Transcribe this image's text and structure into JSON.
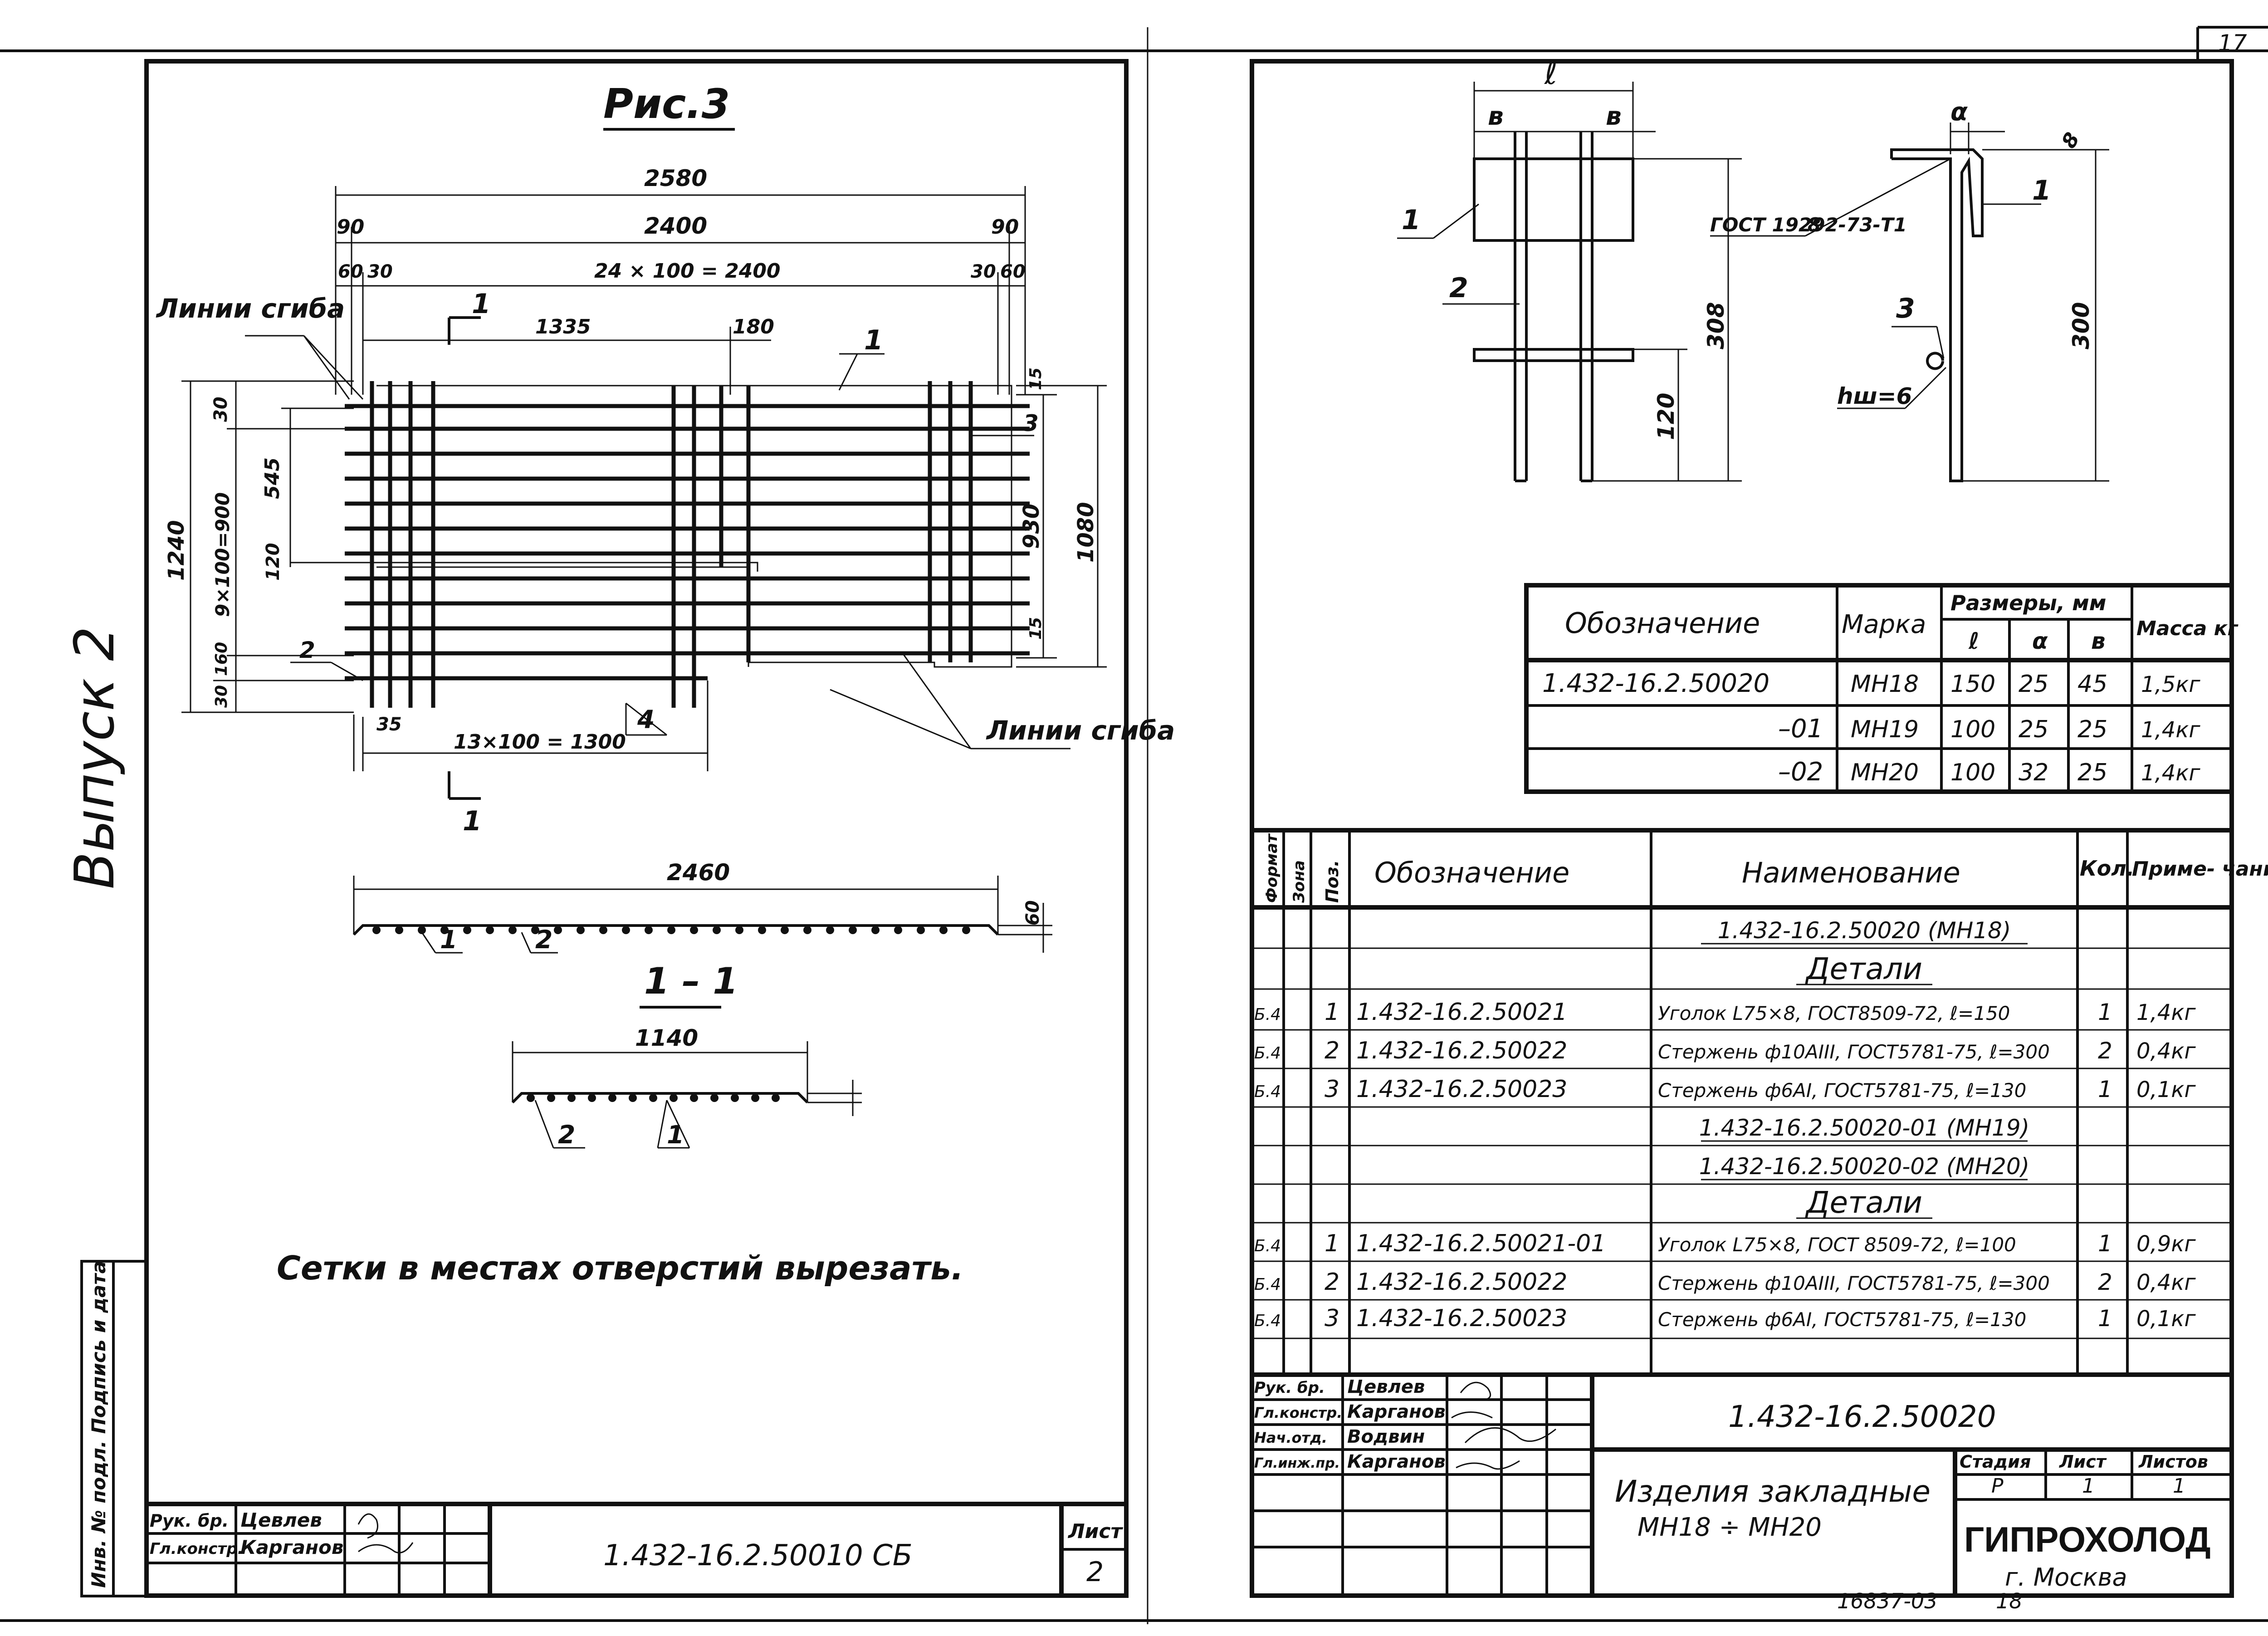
{
  "sheet_corner": "17",
  "left": {
    "vertical_label": "Выпуск 2",
    "fig_title": "Рис.3",
    "dims": {
      "d2580": "2580",
      "d2400": "2400",
      "d90a": "90",
      "d90b": "90",
      "d60a": "60",
      "d30a": "30",
      "d24x100": "24 × 100 = 2400",
      "d30b": "30",
      "d60b": "60",
      "d1335": "1335",
      "d180": "180",
      "d30l": "30",
      "d545": "545",
      "d1240": "1240",
      "d9x100": "9×100=900",
      "d120": "120",
      "d30bl": "30",
      "d160": "160",
      "d15a": "15",
      "d15b": "15",
      "d930": "930",
      "d1080": "1080",
      "d35": "35",
      "d13x100": "13×100 = 1300"
    },
    "callouts": {
      "c1": "1",
      "c2": "2",
      "c3": "3",
      "c4": "4",
      "sec_a": "1",
      "sec_b": "1"
    },
    "bend_lines_1": "Линии сгиба",
    "bend_lines_2": "Линии сгиба",
    "profile_long": {
      "len": "2460",
      "h": "60",
      "p1": "1",
      "p2": "2"
    },
    "section_title": "1 – 1",
    "profile_short": {
      "len": "1140",
      "p2": "2",
      "p1": "1"
    },
    "note": "Сетки в местах отверстий вырезать.",
    "side_stamp": "Инв. № подл. Подпись и дата",
    "title_block": {
      "role1": "Рук. бр.",
      "name1": "Цевлев",
      "role2": "Гл.констр.",
      "name2": "Карганов",
      "code": "1.432-16.2.50010 СБ",
      "sheet_label": "Лист",
      "sheet_no": "2"
    }
  },
  "right": {
    "detail": {
      "l": "ℓ",
      "b1": "в",
      "b2": "в",
      "p1": "1",
      "p2": "2",
      "d308": "308",
      "d120": "120",
      "gost": "ГОСТ 19292-73-Т1",
      "weld": "8",
      "a": "α",
      "thk": "8",
      "p1r": "1",
      "p3": "3",
      "hw": "hш=6",
      "d300": "300"
    },
    "dim_table": {
      "header": {
        "designation": "Обозначение",
        "mark": "Марка",
        "sizes": "Размеры, мм",
        "l": "ℓ",
        "a": "α",
        "b": "в",
        "mass": "Масса кг"
      },
      "rows": [
        {
          "designation": "1.432-16.2.50020",
          "mark": "МН18",
          "l": "150",
          "a": "25",
          "b": "45",
          "mass": "1,5кг"
        },
        {
          "designation": "–01",
          "mark": "МН19",
          "l": "100",
          "a": "25",
          "b": "25",
          "mass": "1,4кг"
        },
        {
          "designation": "–02",
          "mark": "МН20",
          "l": "100",
          "a": "32",
          "b": "25",
          "mass": "1,4кг"
        }
      ]
    },
    "spec": {
      "header": {
        "format": "Формат",
        "zone": "Зона",
        "pos": "Поз.",
        "designation": "Обозначение",
        "name": "Наименование",
        "qty": "Кол.",
        "note": "Приме- чание"
      },
      "rows": [
        {
          "f": "",
          "p": "",
          "d": "",
          "n": "1.432-16.2.50020 (МН18)",
          "q": "",
          "m": "",
          "u": true
        },
        {
          "f": "",
          "p": "",
          "d": "",
          "n": "Детали",
          "q": "",
          "m": "",
          "u": true,
          "big": true
        },
        {
          "f": "Б.4",
          "p": "1",
          "d": "1.432-16.2.50021",
          "n": "Уголок L75×8, ГОСТ8509-72, ℓ=150",
          "q": "1",
          "m": "1,4кг"
        },
        {
          "f": "Б.4",
          "p": "2",
          "d": "1.432-16.2.50022",
          "n": "Стержень ф10АIII, ГОСТ5781-75, ℓ=300",
          "q": "2",
          "m": "0,4кг"
        },
        {
          "f": "Б.4",
          "p": "3",
          "d": "1.432-16.2.50023",
          "n": "Стержень ф6АI, ГОСТ5781-75, ℓ=130",
          "q": "1",
          "m": "0,1кг"
        },
        {
          "f": "",
          "p": "",
          "d": "",
          "n": "1.432-16.2.50020-01 (МН19)",
          "q": "",
          "m": "",
          "u": true
        },
        {
          "f": "",
          "p": "",
          "d": "",
          "n": "1.432-16.2.50020-02 (МН20)",
          "q": "",
          "m": "",
          "u": true
        },
        {
          "f": "",
          "p": "",
          "d": "",
          "n": "Детали",
          "q": "",
          "m": "",
          "u": true,
          "big": true
        },
        {
          "f": "Б.4",
          "p": "1",
          "d": "1.432-16.2.50021-01",
          "n": "Уголок L75×8, ГОСТ 8509-72, ℓ=100",
          "q": "1",
          "m": "0,9кг"
        },
        {
          "f": "Б.4",
          "p": "2",
          "d": "1.432-16.2.50022",
          "n": "Стержень ф10АIII, ГОСТ5781-75, ℓ=300",
          "q": "2",
          "m": "0,4кг"
        },
        {
          "f": "Б.4",
          "p": "3",
          "d": "1.432-16.2.50023",
          "n": "Стержень ф6АI, ГОСТ5781-75, ℓ=130",
          "q": "1",
          "m": "0,1кг"
        }
      ]
    },
    "title_block": {
      "roles": [
        "Рук. бр.",
        "Гл.констр.",
        "Нач.отд.",
        "Гл.инж.пр."
      ],
      "names": [
        "Цевлев",
        "Карганов",
        "Водвин",
        "Карганов"
      ],
      "code": "1.432-16.2.50020",
      "title": "Изделия закладные",
      "subtitle": "МН18 ÷ МН20",
      "stage_label": "Стадия",
      "sheet_label": "Лист",
      "sheets_label": "Листов",
      "stage": "Р",
      "sheet": "1",
      "sheets": "1",
      "org": "ГИПРОХОЛОД",
      "city": "г. Москва"
    },
    "bottom_num": "16837-03",
    "bottom_page": "18"
  }
}
